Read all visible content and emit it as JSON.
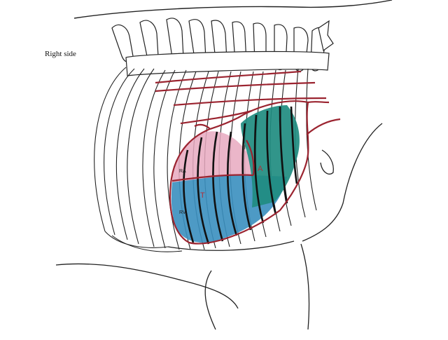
{
  "figure": {
    "side_label": "Right side",
    "region_labels": {
      "ra": "RA",
      "rv": "RV",
      "t": "T",
      "a": "A"
    }
  },
  "colors": {
    "outline": "#222222",
    "red": "#9b2430",
    "pink": "#e7a9c0",
    "blue": "#3a8fbf",
    "teal": "#1f8c80"
  }
}
